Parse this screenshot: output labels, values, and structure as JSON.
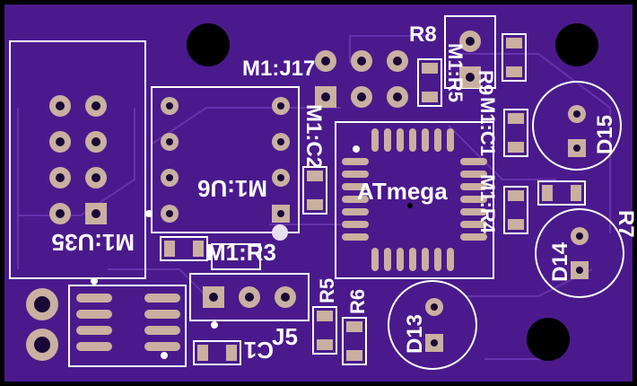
{
  "board": {
    "colors": {
      "soldermask": "#4a1a8c",
      "trace": "#6a35b0",
      "silkscreen": "#ffffff",
      "pad": "#c9b0a0",
      "edge": "#000000"
    }
  },
  "labels": {
    "u35": "M1:U35",
    "u6": "M1:U6",
    "j17": "M1:J17",
    "c2": "M1:C2",
    "r5_m1": "M1:R5",
    "c1": "M1:C1",
    "r4": "M1:R4",
    "r3": "M1:R3",
    "r8": "R8",
    "r9": "R9",
    "d15": "D15",
    "r7": "R7",
    "d14": "D14",
    "d13": "D13",
    "r5": "R5",
    "r6": "R6",
    "j5": "J5",
    "c1_bottom": "C1",
    "atmega": "ATmega"
  }
}
